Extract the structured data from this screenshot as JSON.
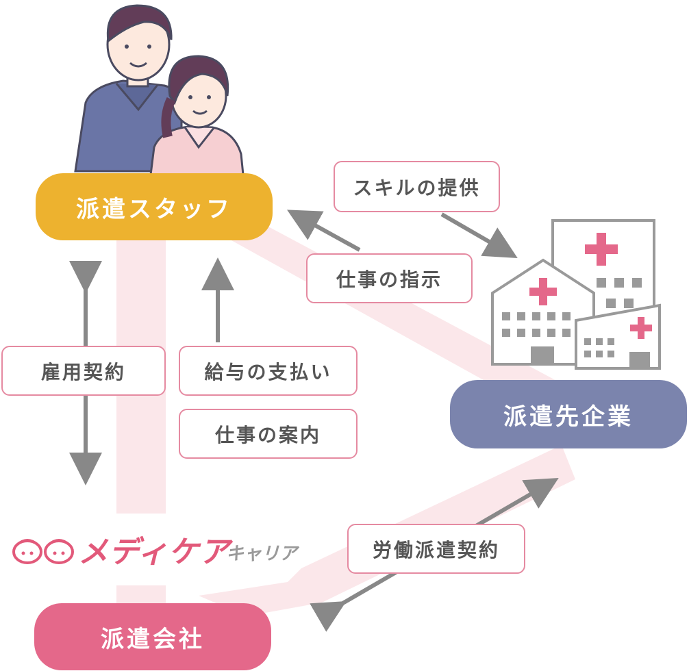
{
  "nodes": {
    "staff": "派遣スタッフ",
    "client": "派遣先企業",
    "agency": "派遣会社"
  },
  "relations": {
    "skill_provision": "スキルの提供",
    "work_instruction": "仕事の指示",
    "employment_contract": "雇用契約",
    "salary_payment": "給与の支払い",
    "job_introduction": "仕事の案内",
    "dispatch_contract": "労働派遣契約"
  },
  "logo": {
    "main": "メディケア",
    "sub": "キャリア"
  },
  "colors": {
    "staff": "#edb22f",
    "client": "#7b84ad",
    "agency": "#e4688a",
    "label_border": "#e58aa1",
    "arrow": "#888888",
    "band": "#fbe7ea"
  },
  "icons": [
    "people-illustration-icon",
    "hospital-buildings-icon",
    "logo-mascot-icon"
  ]
}
